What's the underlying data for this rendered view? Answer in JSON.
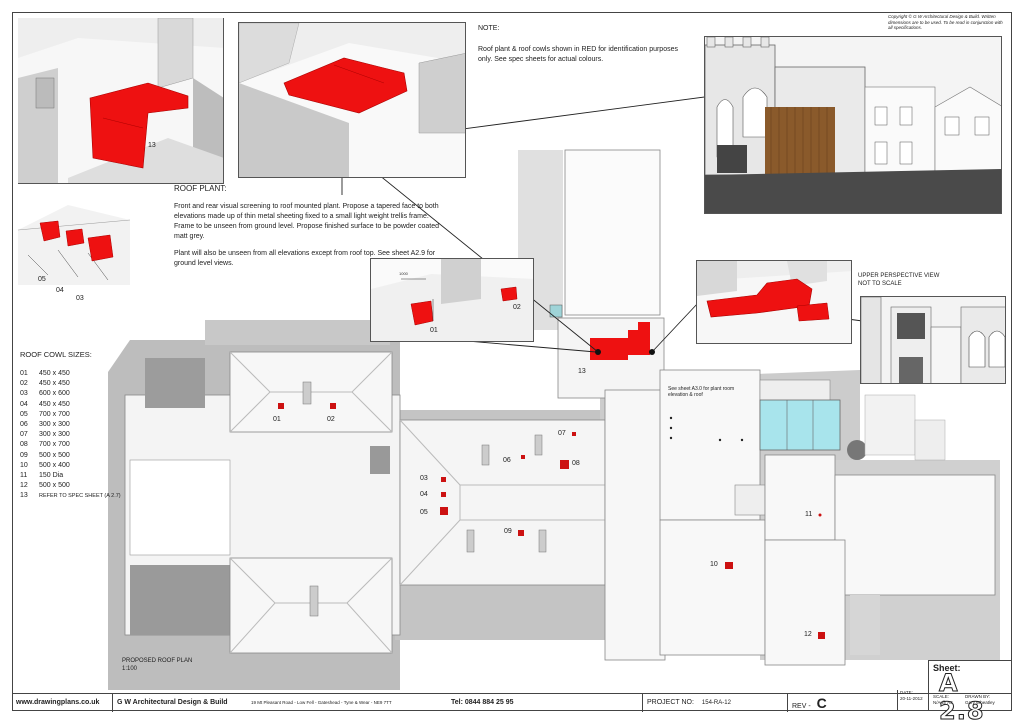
{
  "note": {
    "title": "NOTE:",
    "body": "Roof plant & roof cowls shown in RED for identification purposes only. See spec sheets for actual colours."
  },
  "copyright": "Copyright © G W Architectural Design & Build. Written dimensions are to be used. To be read in conjunction with all specifications.",
  "roof_plant": {
    "title": "ROOF PLANT:",
    "para1": "Front and rear visual screening to roof mounted plant. Propose a tapered face to both elevations made up of thin metal sheeting fixed to a small light weight trellis frame. Frame to be unseen from ground level. Propose finished surface to be powder coated matt grey.",
    "para2": "Plant will also be unseen from all elevations except from roof top. See sheet A2.9 for ground level views."
  },
  "cowl_sizes": {
    "title": "ROOF COWL SIZES:",
    "items": [
      {
        "n": "01",
        "size": "450 x 450"
      },
      {
        "n": "02",
        "size": "450 x 450"
      },
      {
        "n": "03",
        "size": "600 x 600"
      },
      {
        "n": "04",
        "size": "450 x 450"
      },
      {
        "n": "05",
        "size": "700 x 700"
      },
      {
        "n": "06",
        "size": "300 x 300"
      },
      {
        "n": "07",
        "size": "300 x 300"
      },
      {
        "n": "08",
        "size": "700 x 700"
      },
      {
        "n": "09",
        "size": "500 x 500"
      },
      {
        "n": "10",
        "size": "500 x 400"
      },
      {
        "n": "11",
        "size": "150 Dia"
      },
      {
        "n": "12",
        "size": "500 x 500"
      },
      {
        "n": "13",
        "size": "REFER TO SPEC SHEET (A 2.7)"
      }
    ]
  },
  "upper_view": {
    "line1": "UPPER PERSPECTIVE VIEW",
    "line2": "NOT TO SCALE"
  },
  "plan": {
    "title": "PROPOSED ROOF PLAN",
    "scale": "1:100"
  },
  "see_sheet": "See sheet A3.0 for plant room elevation & roof",
  "labels": {
    "l13a": "13",
    "l01": "01",
    "l02": "02",
    "l03": "03",
    "l04": "04",
    "l05": "05",
    "l06": "06",
    "l07": "07",
    "l08": "08",
    "l09": "09",
    "l10": "10",
    "l11": "11",
    "l12": "12",
    "l13b": "13",
    "d01": "01",
    "d02": "02",
    "p05": "05",
    "p04": "04",
    "p03": "03"
  },
  "title_block": {
    "website": "www.drawingplans.co.uk",
    "company": "G W Architectural Design & Build",
    "address": "19 Mt Pleasant Road - Low Fell - Gateshead - Tyne & Wear - NE9 7TT",
    "tel": "Tel: 0844 884 25 95",
    "project_label": "PROJECT NO:",
    "project_no": "154-RA-12",
    "rev_label": "REV -",
    "rev": "C",
    "date_label": "DATE:",
    "date": "20-11-2012",
    "scale_label": "SCALE:",
    "scale": "N/A @ A3",
    "drawn_label": "DRAWN BY:",
    "drawn": "Gary Wheatley",
    "sheet_label": "Sheet:",
    "sheet_no": "A 2.8"
  },
  "colors": {
    "plant_red": "#ee1111",
    "glass": "#a8e4ec",
    "timber": "#8a5a2b"
  }
}
